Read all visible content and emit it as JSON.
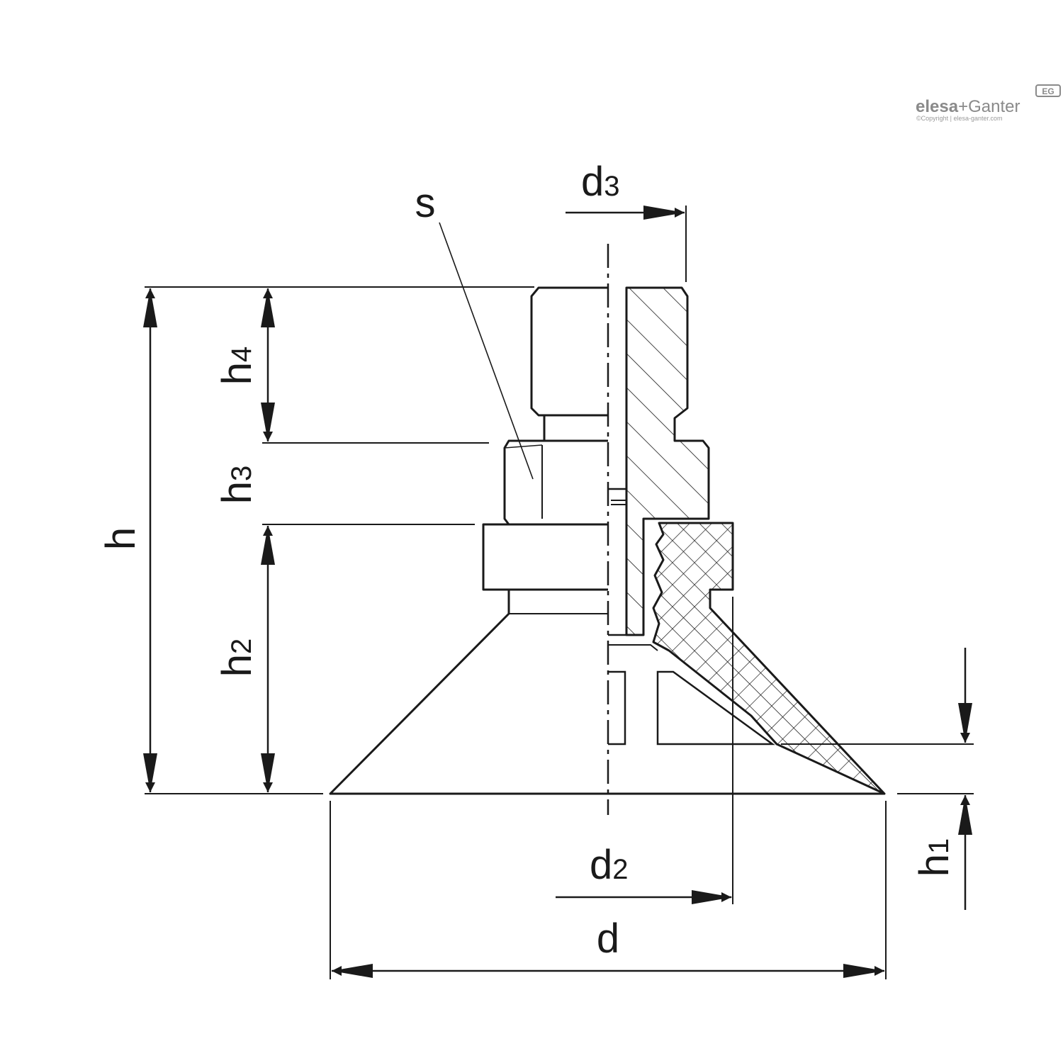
{
  "brand": {
    "name_part1": "elesa",
    "plus": "+",
    "name_part2": "Ganter",
    "copyright": "©Copyright | elesa-ganter.com",
    "badge": "EG"
  },
  "dimensions": {
    "d": {
      "main": "d",
      "sub": ""
    },
    "d2": {
      "main": "d",
      "sub": "2"
    },
    "d3": {
      "main": "d",
      "sub": "3"
    },
    "h": {
      "main": "h",
      "sub": ""
    },
    "h1": {
      "main": "h",
      "sub": "1"
    },
    "h2": {
      "main": "h",
      "sub": "2"
    },
    "h3": {
      "main": "h",
      "sub": "3"
    },
    "h4": {
      "main": "h",
      "sub": "4"
    },
    "s": {
      "main": "s",
      "sub": ""
    }
  },
  "colors": {
    "line": "#1a1a1a",
    "brand": "#8a8a8a"
  }
}
